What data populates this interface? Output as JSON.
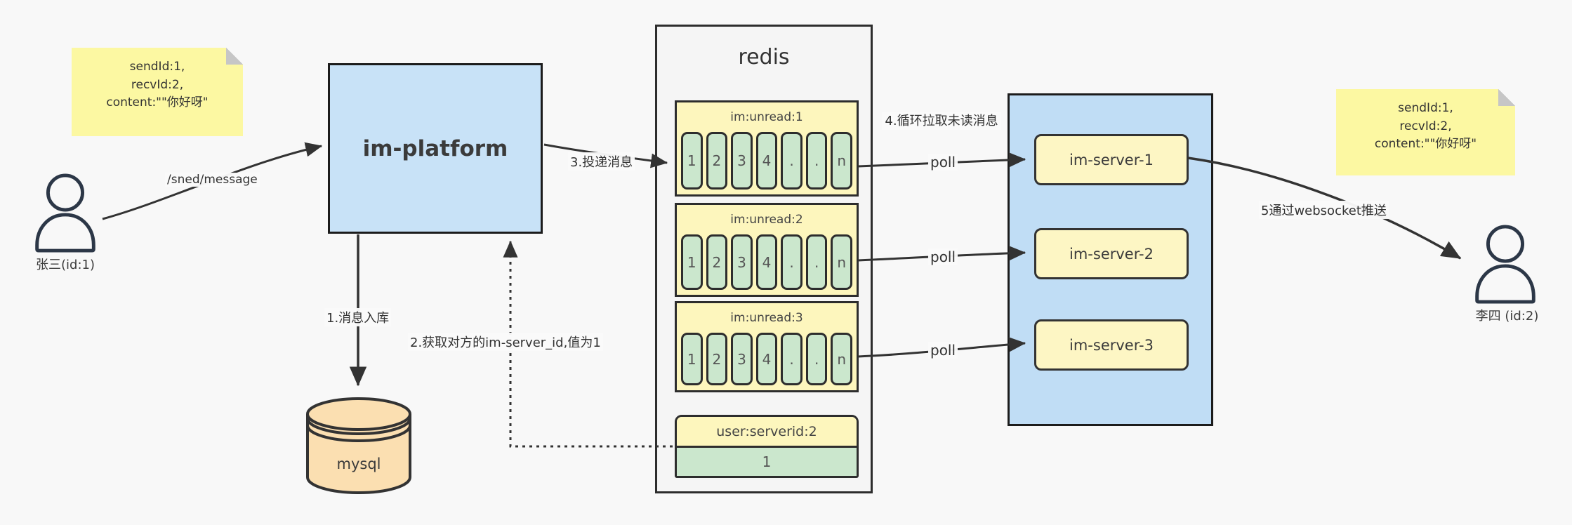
{
  "note_left": {
    "lines": [
      "sendId:1,",
      "recvId:2,",
      "content:\"\"你好呀\""
    ]
  },
  "note_right": {
    "lines": [
      "sendId:1,",
      "recvId:2,",
      "content:\"\"你好呀\""
    ]
  },
  "sender": {
    "label": "张三(id:1)"
  },
  "receiver": {
    "label": "李四 (id:2)"
  },
  "platform": {
    "label": "im-platform"
  },
  "database": {
    "label": "mysql"
  },
  "redis": {
    "title": "redis",
    "queues": [
      {
        "name": "im:unread:1",
        "cells": [
          "1",
          "2",
          "3",
          "4",
          ".",
          ".",
          "n"
        ]
      },
      {
        "name": "im:unread:2",
        "cells": [
          "1",
          "2",
          "3",
          "4",
          ".",
          ".",
          "n"
        ]
      },
      {
        "name": "im:unread:3",
        "cells": [
          "1",
          "2",
          "3",
          "4",
          ".",
          ".",
          "n"
        ]
      }
    ],
    "mapping": {
      "name": "user:serverid:2",
      "value": "1"
    }
  },
  "servers": [
    {
      "label": "im-server-1"
    },
    {
      "label": "im-server-2"
    },
    {
      "label": "im-server-3"
    }
  ],
  "edges": {
    "send": "/sned/message",
    "step1": "1.消息入库",
    "step2": "2.获取对方的im-server_id,值为1",
    "step3": "3.投递消息",
    "step4": "4.循环拉取未读消息",
    "step5": "5通过websocket推送",
    "poll": "poll"
  },
  "colors": {
    "background": "#f8f8f8",
    "note_yellow": "#fcf8a2",
    "box_blue": "#c8e2f7",
    "server_yellow": "#fdf6c4",
    "queue_yellow": "#fdf6bd",
    "cell_green": "#cbe7cd",
    "db_tan": "#fbdfb1",
    "line": "#333333"
  }
}
